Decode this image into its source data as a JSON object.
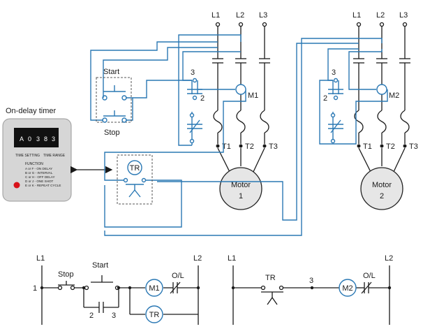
{
  "labels": {
    "timer_title": "On-delay timer",
    "start": "Start",
    "stop": "Stop",
    "l1": "L1",
    "l2": "L2",
    "l3": "L3",
    "m1": "M1",
    "m2": "M2",
    "t1": "T1",
    "t2": "T2",
    "t3": "T3",
    "tr": "TR",
    "n3": "3",
    "n2": "2",
    "n1": "1",
    "ol": "O/L",
    "motor_word": "Motor",
    "motor1_num": "1",
    "motor2_num": "2"
  },
  "timer": {
    "display_digits": [
      "A",
      "0",
      "3",
      "8",
      "3"
    ],
    "setting": "TIME SETTING",
    "range": "TIME RANGE",
    "function_title": "FUNCTION",
    "functions": [
      "A or F - ON DELAY",
      "B or G - INTERVAL",
      "C or H - OFF DELAY",
      "D or J - ONE SHOT",
      "E or K - REPEAT CYCLE"
    ]
  },
  "colors": {
    "wire_blue": "#2a78b4",
    "power_black": "#1a1a1a",
    "timer_body": "#d6d6d6",
    "motor_fill": "#e6e6e6",
    "led_red": "#d8121a"
  }
}
